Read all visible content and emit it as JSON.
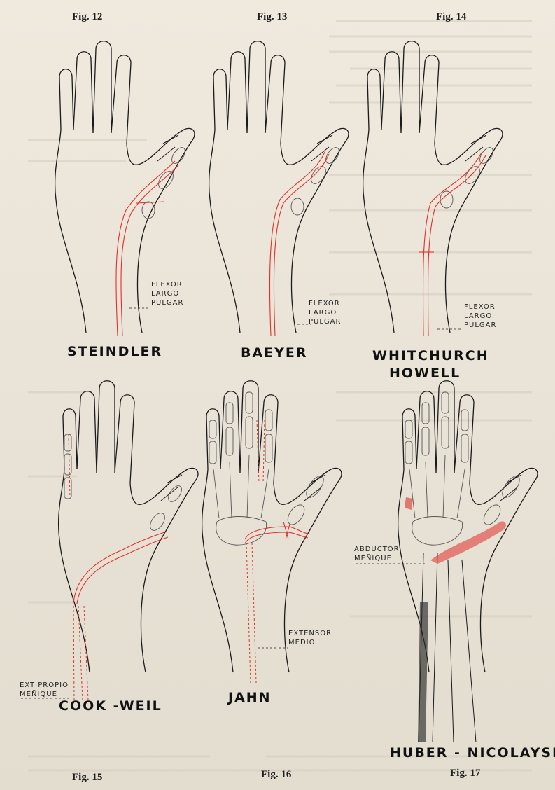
{
  "figures": {
    "f12": {
      "number": "Fig. 12",
      "name": "STEINDLER",
      "label": [
        "FLEXOR",
        "LARGO",
        "PULGAR"
      ]
    },
    "f13": {
      "number": "Fig. 13",
      "name": "BAEYER",
      "label": [
        "FLEXOR",
        "LARGO",
        "PULGAR"
      ]
    },
    "f14": {
      "number": "Fig. 14",
      "name1": "WHITCHURCH",
      "name2": "HOWELL",
      "label": [
        "FLEXOR",
        "LARGO",
        "PULGAR"
      ]
    },
    "f15": {
      "number": "Fig. 15",
      "name": "COOK -WEIL",
      "label": [
        "EXT PROPIO",
        "MEÑIQUE"
      ]
    },
    "f16": {
      "number": "Fig. 16",
      "name": "JAHN",
      "label": [
        "EXTENSOR",
        "MEDIO"
      ]
    },
    "f17": {
      "number": "Fig. 17",
      "name": "HUBER - NICOLAYSEN",
      "label": [
        "ABDUCTOR",
        "MEÑIQUE"
      ]
    }
  },
  "colors": {
    "ink": "#1a1a1a",
    "tendon": "#e0302a",
    "paper": "#ece6da"
  }
}
